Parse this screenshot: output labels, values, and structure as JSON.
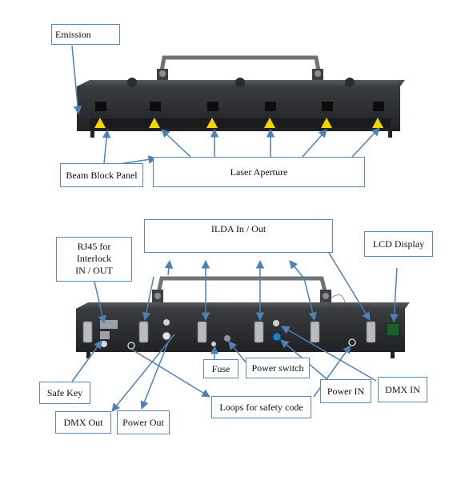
{
  "labels": {
    "emission": "Emission",
    "beam_block_panel": "Beam Block Panel",
    "laser_aperture": "Laser Aperture",
    "rj45_line1": "RJ45 for Interlock",
    "rj45_line2": "IN / OUT",
    "ilda": "ILDA In / Out",
    "lcd_display": "LCD Display",
    "safe_key": "Safe Key",
    "fuse": "Fuse",
    "power_switch": "Power switch",
    "power_in": "Power IN",
    "dmx_in": "DMX IN",
    "dmx_out": "DMX Out",
    "power_out": "Power Out",
    "loops": "Loops for safety code"
  },
  "colors": {
    "callout_border": "#5b87b8",
    "arrow": "#4f7fb5",
    "chassis": "#2d3033",
    "warning": "#f2d600"
  }
}
